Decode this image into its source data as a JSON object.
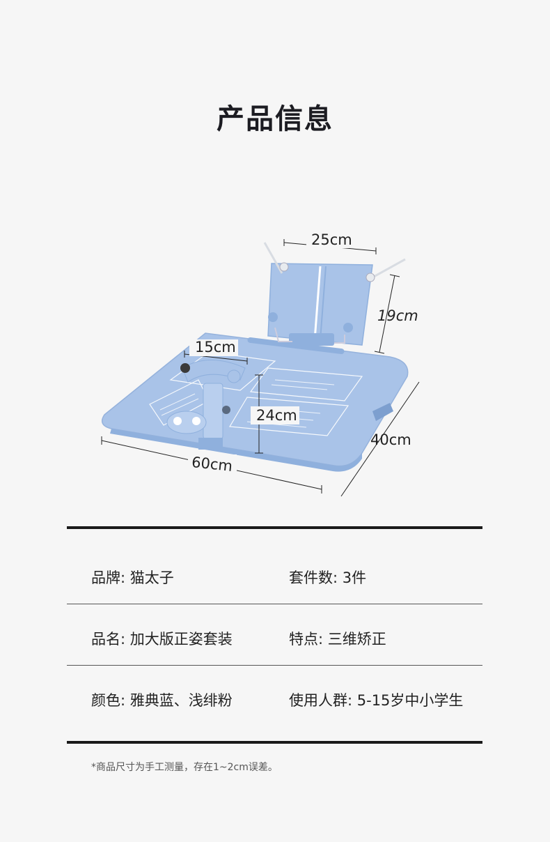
{
  "page": {
    "title": "产品信息"
  },
  "dimensions": {
    "top_width": "25cm",
    "top_height": "19cm",
    "holder_width": "15cm",
    "arm_height": "24cm",
    "board_width": "60cm",
    "board_depth": "40cm"
  },
  "specs": {
    "row1": {
      "left": "品牌: 猫太子",
      "right": "套件数: 3件"
    },
    "row2": {
      "left": "品名: 加大版正姿套装",
      "right": "特点: 三维矫正"
    },
    "row3": {
      "left": "颜色: 雅典蓝、浅绯粉",
      "right": "使用人群: 5-15岁中小学生"
    }
  },
  "footnote": "*商品尺寸为手工测量，存在1~2cm误差。",
  "colors": {
    "product": "#a9c3e8",
    "product_dark": "#8fb0dd",
    "line": "#1a1a1a"
  }
}
